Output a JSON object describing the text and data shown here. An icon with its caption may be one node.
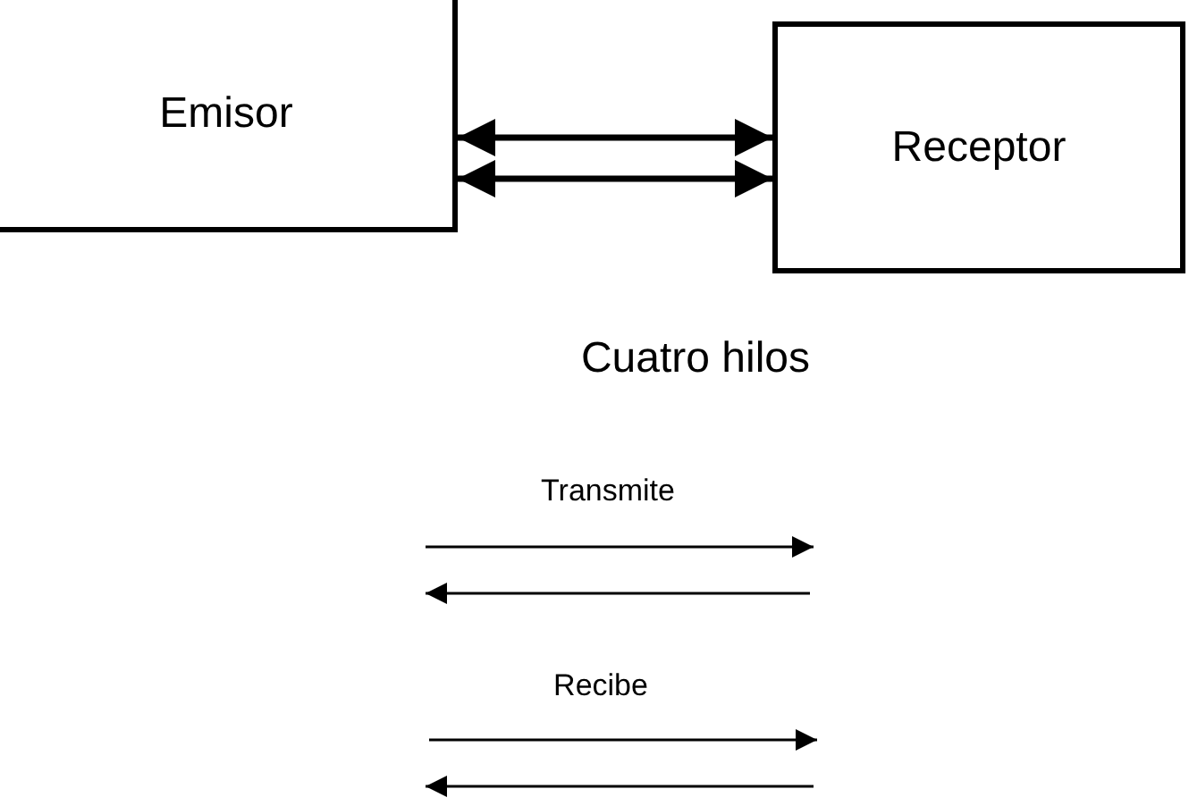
{
  "diagram": {
    "nodes": [
      {
        "text": [
          "Emisor"
        ]
      },
      {
        "text": [
          "Receptor"
        ]
      }
    ],
    "edges": [
      {
        "from": 0,
        "to": 1,
        "arrow": "both"
      },
      {
        "from": 0,
        "to": 1,
        "arrow": "both"
      }
    ],
    "labels": [
      "Cuatro hilos",
      "Transmite",
      "Recibe"
    ]
  }
}
